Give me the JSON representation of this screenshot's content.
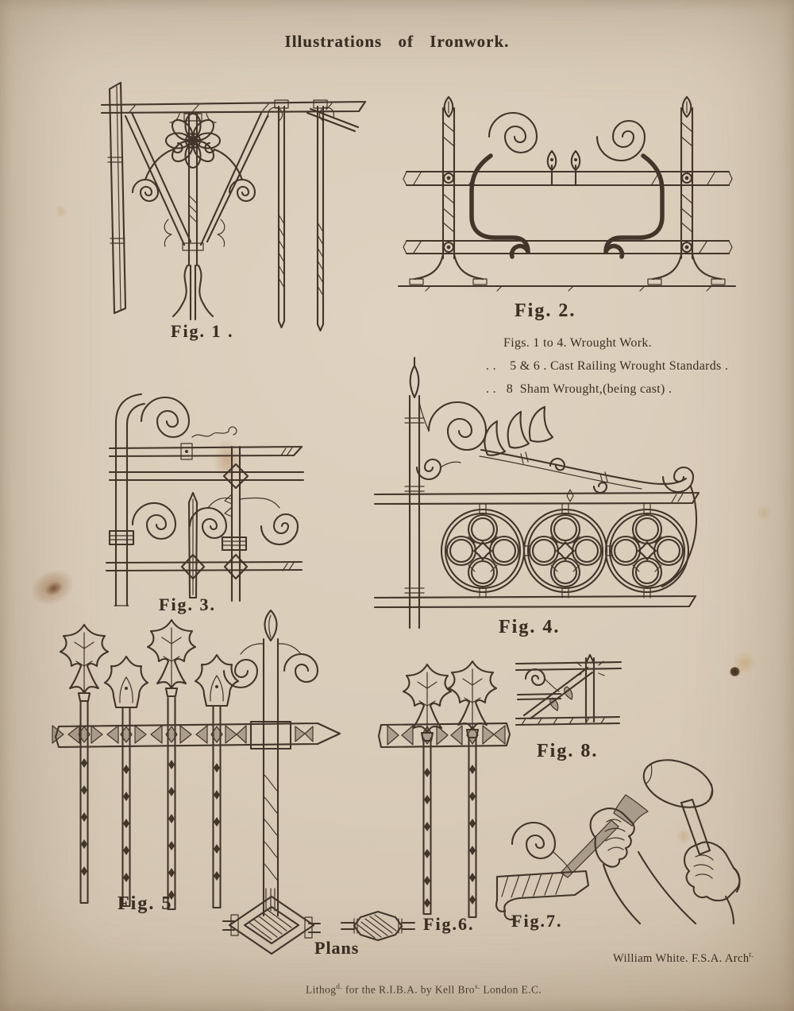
{
  "page": {
    "title": "Illustrations of Ironwork.",
    "paper_color": "#d9ccb9",
    "ink_color": "#42352a"
  },
  "figures": [
    {
      "id": "fig1",
      "label": "Fig. 1 .",
      "name": "wrought-iron-bracket-with-rosette"
    },
    {
      "id": "fig2",
      "label": "Fig. 2.",
      "name": "wrought-railing-with-scrolls"
    },
    {
      "id": "fig3",
      "label": "Fig. 3.",
      "name": "wrought-panel-with-spirals-and-spike"
    },
    {
      "id": "fig4",
      "label": "Fig. 4.",
      "name": "wrought-bracket-with-quatrefoil-railing"
    },
    {
      "id": "fig5",
      "label": "Fig. 5",
      "name": "cast-railing-leaf-finials-with-wrought-standard"
    },
    {
      "id": "fig6",
      "label": "Fig.6.",
      "name": "cast-railing-two-leaf-bars"
    },
    {
      "id": "fig7",
      "label": "Fig.7.",
      "name": "hands-chiselling-scroll"
    },
    {
      "id": "fig8",
      "label": "Fig. 8.",
      "name": "sham-wrought-bracket-detail"
    }
  ],
  "legend": {
    "lines": [
      "Figs. 1 to 4. Wrought Work.",
      ". .    5 & 6 . Cast Railing Wrought Standards .",
      ". .   8  Sham Wrought,(being cast) ."
    ]
  },
  "plans": {
    "label": "Plans"
  },
  "credits": {
    "author_main": "William White. F.S.A. Arch",
    "author_sup": "t.",
    "imprint_pre": "Lithog",
    "imprint_sup1": "d.",
    "imprint_mid": " for the R.I.B.A. by Kell Bro",
    "imprint_sup2": "s.",
    "imprint_post": " London E.C."
  }
}
